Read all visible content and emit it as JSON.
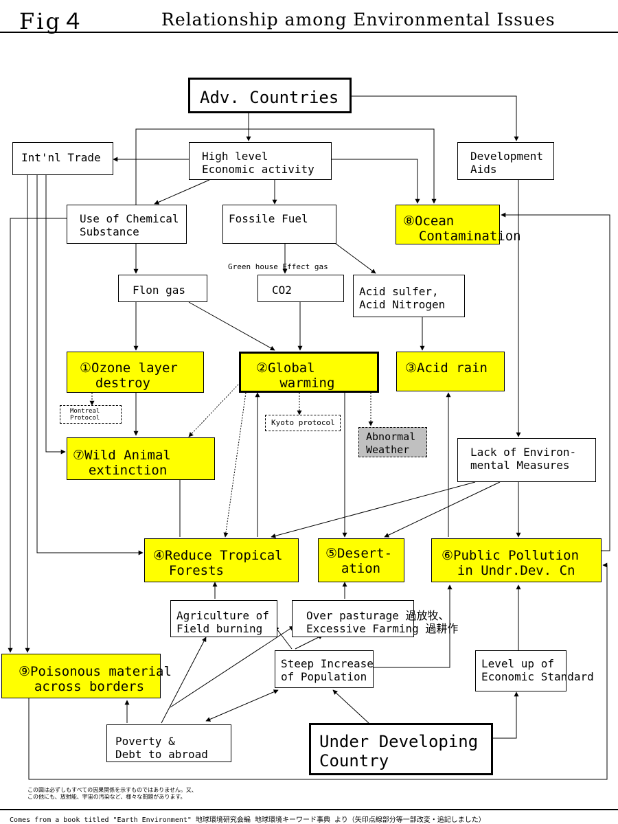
{
  "header": {
    "figure": "Fig４",
    "title": "Relationship among Environmental Issues"
  },
  "nodes": {
    "adv_countries": "Adv. Countries",
    "intl_trade": "Int'nl Trade",
    "high_level": "High level\nEconomic activity",
    "development_aids": "Development\nAids",
    "chemical": "Use of Chemical\nSubstance",
    "fossil_fuel": "Fossile Fuel",
    "ocean": "⑧Ocean\n  Contamination",
    "flon": "Flon gas",
    "co2": "CO2",
    "acid_sulfer": "Acid sulfer,\nAcid Nitrogen",
    "ozone": "①Ozone layer\n  destroy",
    "global_warming": "②Global\n   warming",
    "acid_rain": "③Acid rain",
    "montreal": "Montreal\nProtocol",
    "kyoto": "Kyoto protocol",
    "abnormal": "Abnormal\nWeather",
    "wild_animal": "⑦Wild Animal\n  extinction",
    "lack_env": "Lack of Environ-\nmental Measures",
    "tropical": "④Reduce Tropical\n  Forests",
    "desertation": "⑤Desert-\n  ation",
    "public_pollution": "⑥Public Pollution\n  in Undr.Dev. Cn",
    "agriculture": "Agriculture of\nField burning",
    "over_pasturage": "Over pasturage 過放牧、\nExcessive Farming 過耕作",
    "poisonous": "⑨Poisonous material\n  across borders",
    "steep_population": "Steep Increase\nof Population",
    "economic_standard": "Level up of\nEconomic Standard",
    "poverty": "Poverty &\nDebt to abroad",
    "under_developing": "Under Developing\nCountry"
  },
  "labels": {
    "greenhouse": "Green house Effect gas"
  },
  "note": "この図は必ずしもすべての因果関係を示すものではありません。又、\nこの他にも、放射能、宇宙の汚染など、様々な問題があります。",
  "footer": "Comes from  a book titled \"Earth Environment\" 地球環境研究会編  地球環境キーワード事典  より（矢印点線部分等一部改変・追記しました）",
  "colors": {
    "highlight": "#ffff00",
    "abnormal_fill": "#c0c0c0",
    "line": "#000000"
  }
}
